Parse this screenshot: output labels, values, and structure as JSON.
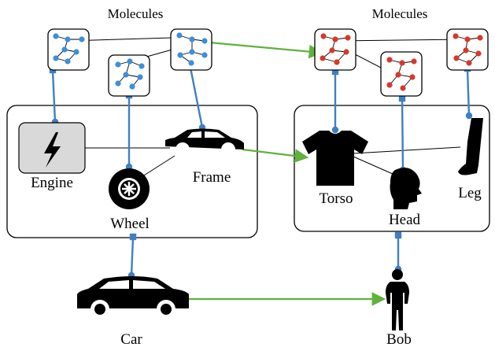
{
  "titles": {
    "car_molecules": "Molecules",
    "bob_molecules": "Molecules"
  },
  "labels": {
    "engine": "Engine",
    "frame": "Frame",
    "wheel": "Wheel",
    "car": "Car",
    "torso": "Torso",
    "head": "Head",
    "leg": "Leg",
    "bob": "Bob"
  },
  "colors": {
    "car_molecule": "#3d8fd8",
    "bob_molecule": "#d8382c",
    "part_link": "#3f7fc4",
    "analogy": "#5fb23c",
    "relation": "#000000",
    "engine_fill": "#d9d9d9"
  },
  "icons": {
    "engine": "lightning-bolt-icon",
    "frame": "car-silhouette-icon",
    "wheel": "tire-icon",
    "car": "sedan-icon",
    "torso": "t-shirt-icon",
    "head": "head-profile-icon",
    "leg": "leg-icon",
    "bob": "person-icon"
  }
}
